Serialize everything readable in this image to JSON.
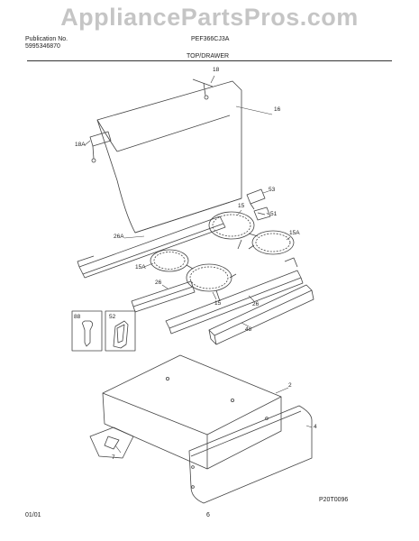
{
  "watermark": "AppliancePartsPros.com",
  "header": {
    "publication_label": "Publication No.",
    "publication_number": "5995346870",
    "model": "PEF366CJ3A",
    "section_title": "TOP/DRAWER"
  },
  "callouts": {
    "c18": "18",
    "c16": "16",
    "c18a": "18A",
    "c53": "53",
    "c15_top": "15",
    "c51": "51",
    "c26a": "26A",
    "c15a_right": "15A",
    "c15a_left": "15A",
    "c26_left": "26",
    "c15_mid": "15",
    "c26_right": "26",
    "c48": "48",
    "c88": "88",
    "c52": "52",
    "c2": "2",
    "c4": "4",
    "c7": "7"
  },
  "footer": {
    "diagram_code": "P20T0096",
    "date": "01/01",
    "page_number": "6"
  }
}
